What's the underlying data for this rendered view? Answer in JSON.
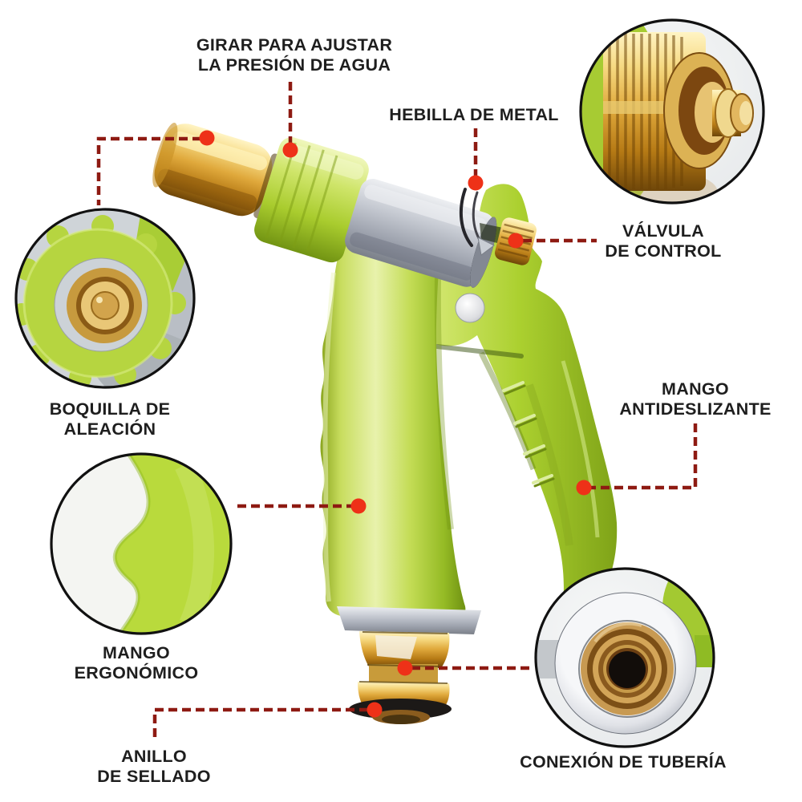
{
  "callouts": {
    "girar": {
      "lines": [
        "GIRAR PARA AJUSTAR",
        "LA PRESIÓN DE AGUA"
      ]
    },
    "hebilla": {
      "lines": [
        "HEBILLA DE METAL"
      ]
    },
    "valvula": {
      "lines": [
        "VÁLVULA",
        "DE CONTROL"
      ]
    },
    "mango_antideslizante": {
      "lines": [
        "MANGO",
        "ANTIDESLIZANTE"
      ]
    },
    "boquilla": {
      "lines": [
        "BOQUILLA DE",
        "ALEACIÓN"
      ]
    },
    "mango_ergonomico": {
      "lines": [
        "MANGO",
        "ERGONÓMICO"
      ]
    },
    "anillo": {
      "lines": [
        "ANILLO",
        "DE SELLADO"
      ]
    },
    "conexion": {
      "lines": [
        "CONEXIÓN DE TUBERÍA"
      ]
    }
  },
  "insets": {
    "top_right": {
      "depicts": "brass-knurled-nozzle-closeup"
    },
    "left": {
      "depicts": "alloy-nozzle-front-closeup"
    },
    "middle_left": {
      "depicts": "ergonomic-handle-edge-closeup"
    },
    "bottom_right": {
      "depicts": "pipe-connection-closeup"
    }
  },
  "colors": {
    "background": "#ffffff",
    "label_text": "#1e1e1e",
    "callout_line": "#8e1a12",
    "callout_dot": "#ee3118",
    "body_green": "#b3d434",
    "barrel_silver": "#a6aab5",
    "brass": "#d9a83f",
    "seal_ring_black": "#1c1917",
    "inset_border": "#111111"
  }
}
